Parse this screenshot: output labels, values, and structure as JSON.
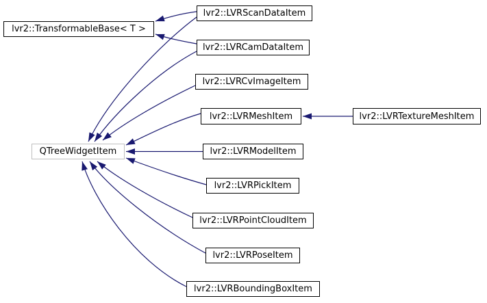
{
  "diagram": {
    "type": "class-inheritance-graph",
    "colors": {
      "edge": "#191970",
      "node_border": "#000000",
      "external_node_border": "#bebebe",
      "background": "#ffffff",
      "text": "#000000"
    },
    "nodes": {
      "transformable_base": {
        "label": "lvr2::TransformableBase< T >",
        "kind": "base"
      },
      "qtreewidgetitem": {
        "label": "QTreeWidgetItem",
        "kind": "external-base"
      },
      "scan_data_item": {
        "label": "lvr2::LVRScanDataItem",
        "kind": "derived"
      },
      "cam_data_item": {
        "label": "lvr2::LVRCamDataItem",
        "kind": "derived"
      },
      "cv_image_item": {
        "label": "lvr2::LVRCvImageItem",
        "kind": "derived"
      },
      "mesh_item": {
        "label": "lvr2::LVRMeshItem",
        "kind": "derived"
      },
      "texture_mesh_item": {
        "label": "lvr2::LVRTextureMeshItem",
        "kind": "derived"
      },
      "model_item": {
        "label": "lvr2::LVRModelItem",
        "kind": "derived"
      },
      "pick_item": {
        "label": "lvr2::LVRPickItem",
        "kind": "derived"
      },
      "point_cloud_item": {
        "label": "lvr2::LVRPointCloudItem",
        "kind": "derived"
      },
      "pose_item": {
        "label": "lvr2::LVRPoseItem",
        "kind": "derived"
      },
      "bounding_box_item": {
        "label": "lvr2::LVRBoundingBoxItem",
        "kind": "derived"
      }
    },
    "edges": [
      {
        "derived": "lvr2::LVRScanDataItem",
        "base": "lvr2::TransformableBase< T >"
      },
      {
        "derived": "lvr2::LVRCamDataItem",
        "base": "lvr2::TransformableBase< T >"
      },
      {
        "derived": "lvr2::LVRScanDataItem",
        "base": "QTreeWidgetItem"
      },
      {
        "derived": "lvr2::LVRCamDataItem",
        "base": "QTreeWidgetItem"
      },
      {
        "derived": "lvr2::LVRCvImageItem",
        "base": "QTreeWidgetItem"
      },
      {
        "derived": "lvr2::LVRMeshItem",
        "base": "QTreeWidgetItem"
      },
      {
        "derived": "lvr2::LVRModelItem",
        "base": "QTreeWidgetItem"
      },
      {
        "derived": "lvr2::LVRPickItem",
        "base": "QTreeWidgetItem"
      },
      {
        "derived": "lvr2::LVRPointCloudItem",
        "base": "QTreeWidgetItem"
      },
      {
        "derived": "lvr2::LVRPoseItem",
        "base": "QTreeWidgetItem"
      },
      {
        "derived": "lvr2::LVRBoundingBoxItem",
        "base": "QTreeWidgetItem"
      },
      {
        "derived": "lvr2::LVRTextureMeshItem",
        "base": "lvr2::LVRMeshItem"
      }
    ]
  }
}
